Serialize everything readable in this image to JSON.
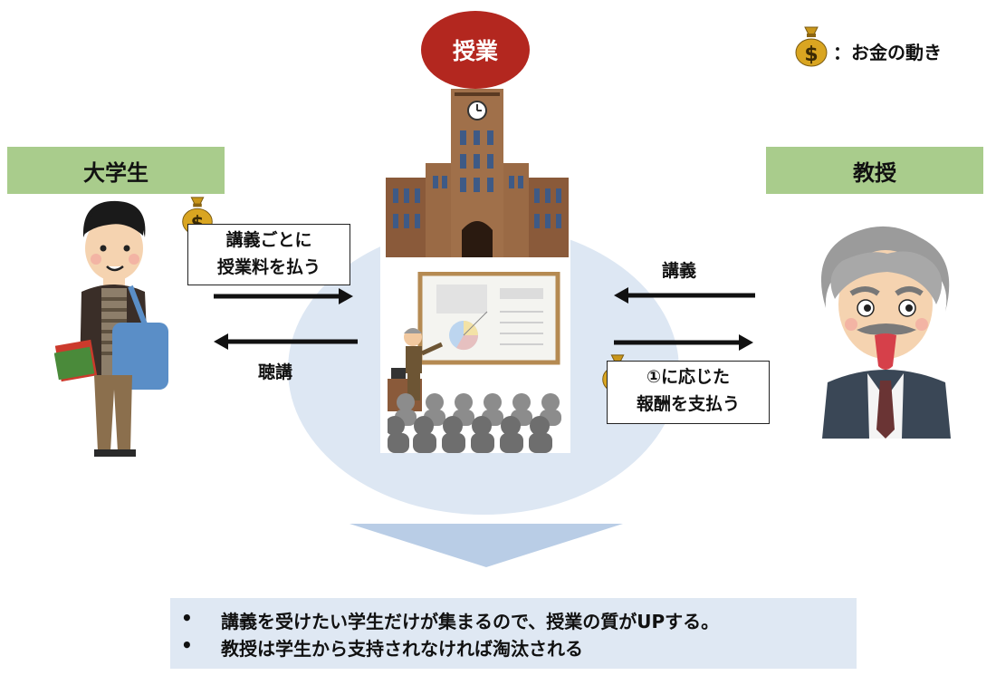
{
  "title": "授業",
  "legend": {
    "text": "：お金の動き",
    "icon": "money-bag-icon",
    "color": "#d4a017"
  },
  "student": {
    "label": "大学生",
    "pay_line1": "講義ごとに",
    "pay_line2": "授業料を払う",
    "attend": "聴講"
  },
  "professor": {
    "label": "教授",
    "lecture": "講義",
    "pay_line1": "①に応じた",
    "pay_line2": "報酬を支払う"
  },
  "money_symbol": "$",
  "bottom": {
    "bullet": "•",
    "points": [
      "講義を受けたい学生だけが集まるので、授業の質がUPする。",
      "教授は学生から支持されなければ淘汰される"
    ]
  },
  "colors": {
    "title_bg": "#b3271f",
    "role_label_bg": "#a9cc8c",
    "ellipse_bg": "#dde7f3",
    "bottom_bg": "#dfe8f3"
  }
}
